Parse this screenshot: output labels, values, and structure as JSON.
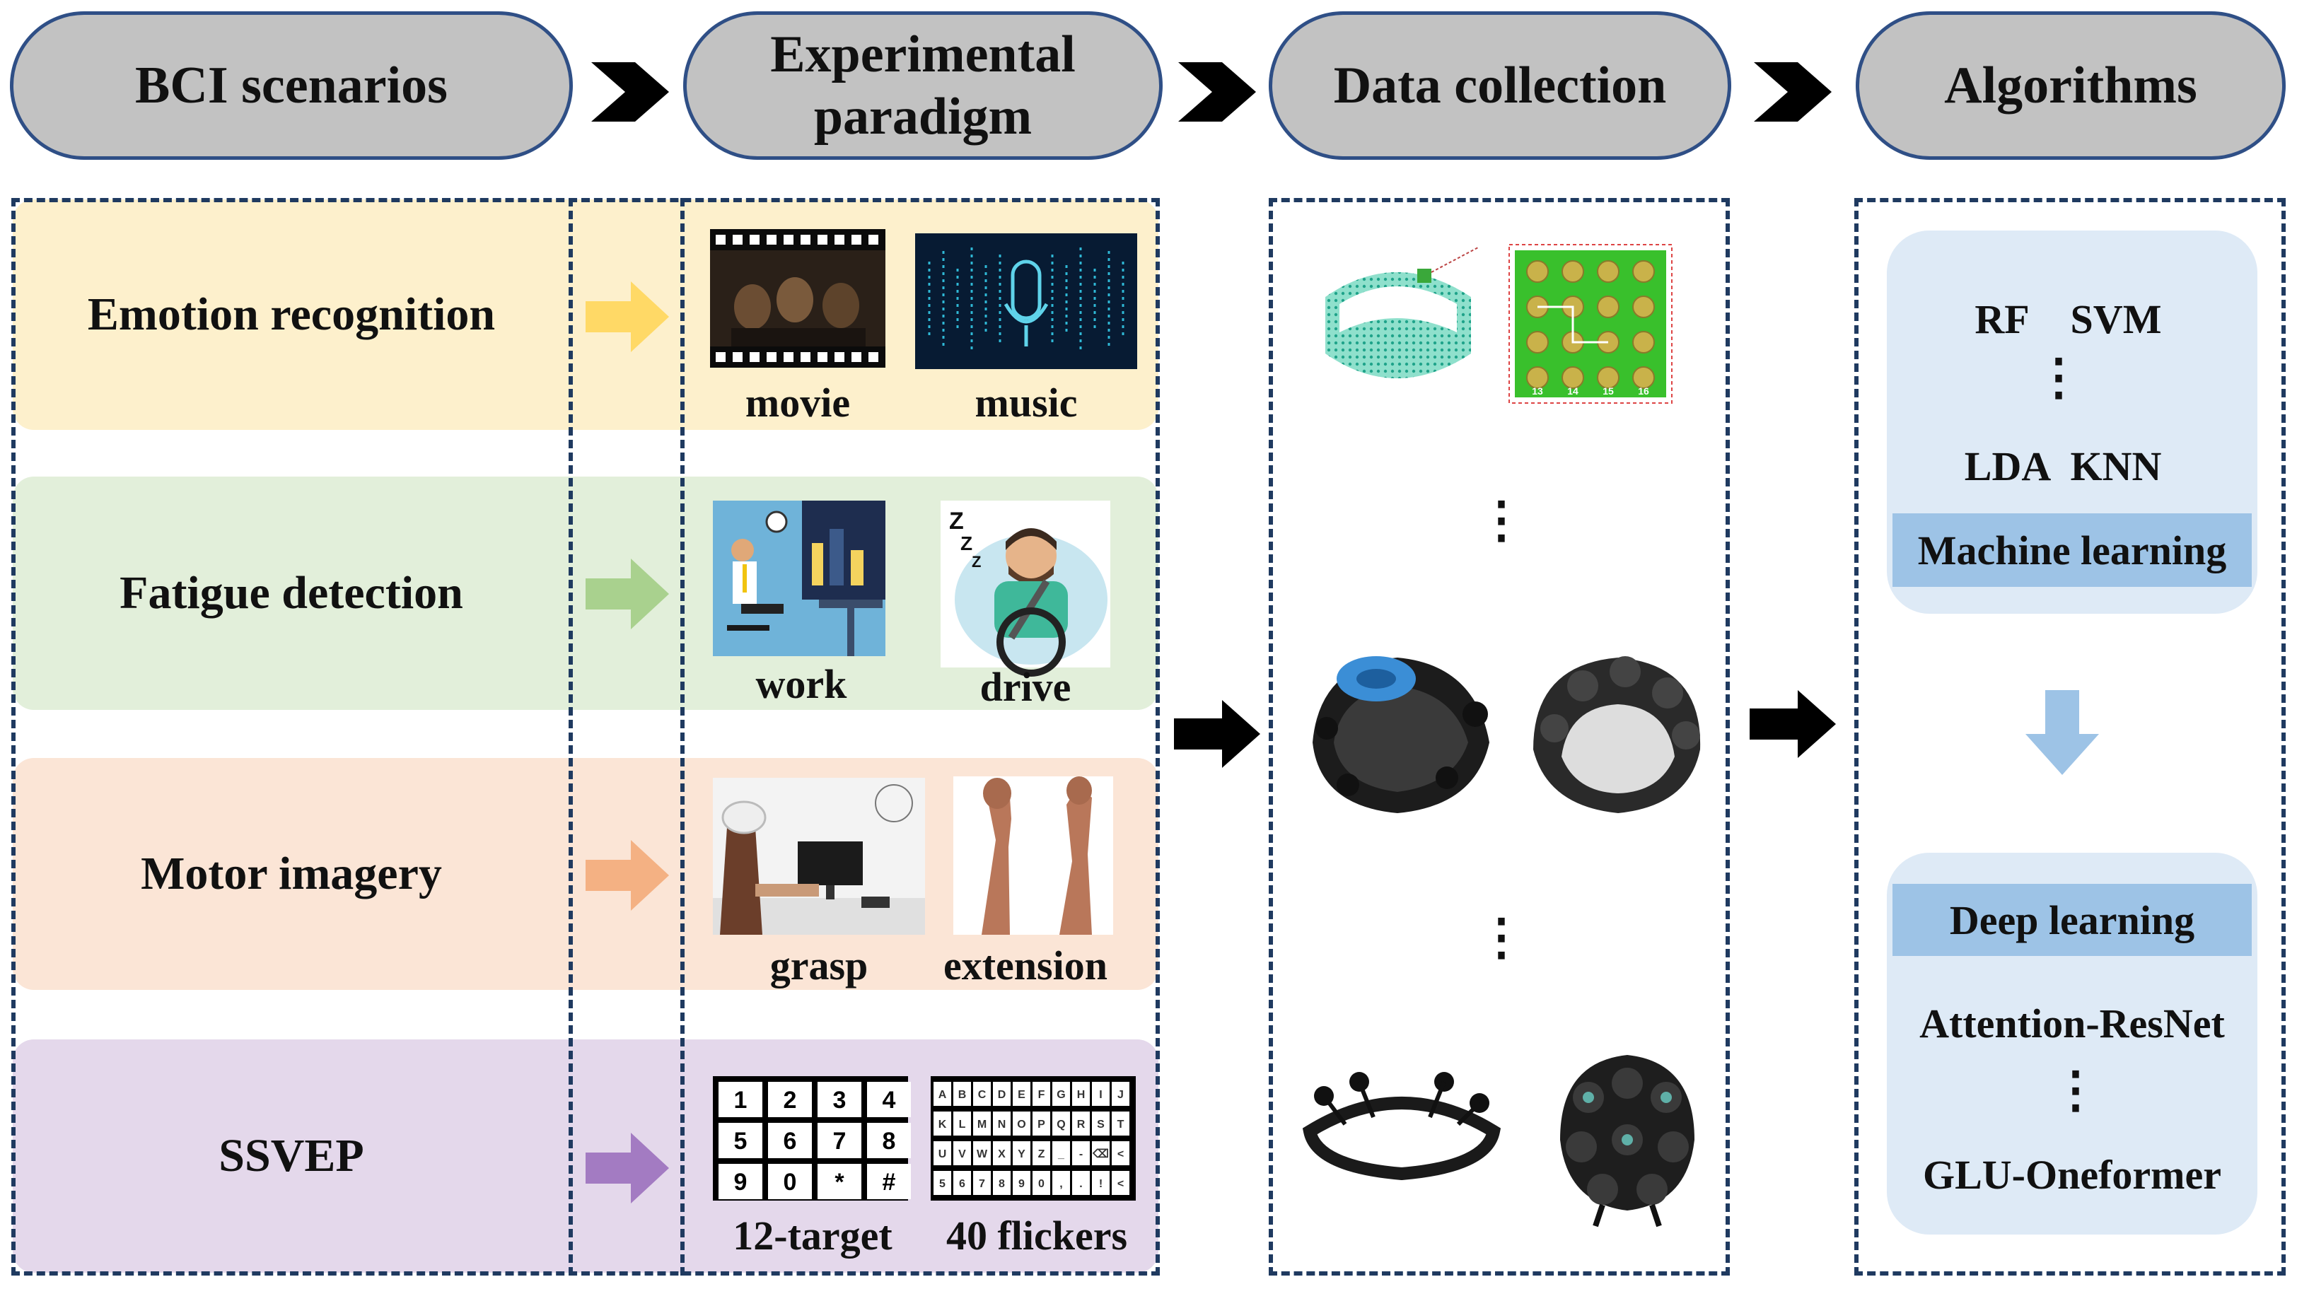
{
  "headers": [
    "BCI scenarios",
    "Experimental\nparadigm",
    "Data collection",
    "Algorithms"
  ],
  "scenarios": [
    {
      "label": "Emotion recognition",
      "items": [
        "movie",
        "music"
      ],
      "band_color": "#fdf0cc",
      "arrow_color": "#ffd966"
    },
    {
      "label": "Fatigue detection",
      "items": [
        "work",
        "drive"
      ],
      "band_color": "#e2efda",
      "arrow_color": "#a9d18e"
    },
    {
      "label": "Motor imagery",
      "items": [
        "grasp",
        "extension"
      ],
      "band_color": "#fbe5d6",
      "arrow_color": "#f4b183"
    },
    {
      "label": "SSVEP",
      "items": [
        "12-target",
        "40 flickers"
      ],
      "band_color": "#e4d8eb",
      "arrow_color": "#a37bc2"
    }
  ],
  "keypad": [
    "1",
    "2",
    "3",
    "4",
    "5",
    "6",
    "7",
    "8",
    "9",
    "0",
    "*",
    "#"
  ],
  "flickers": [
    "A",
    "B",
    "C",
    "D",
    "E",
    "F",
    "G",
    "H",
    "I",
    "J",
    "K",
    "L",
    "M",
    "N",
    "O",
    "P",
    "Q",
    "R",
    "S",
    "T",
    "U",
    "V",
    "W",
    "X",
    "Y",
    "Z",
    "_",
    "-",
    "⌫",
    "<",
    "5",
    "6",
    "7",
    "8",
    "9",
    "0",
    ",",
    ".",
    "!",
    "<"
  ],
  "electrode_numbers": [
    "13",
    "14",
    "15",
    "16"
  ],
  "algorithms": {
    "ml_row1": [
      "RF",
      "SVM"
    ],
    "ml_row2": [
      "LDA",
      "KNN"
    ],
    "ml_label": "Machine learning",
    "dl_label": "Deep learning",
    "dl_top": "Attention-ResNet",
    "dl_bottom": "GLU-Oneformer",
    "ellipsis": "⋮"
  },
  "colors": {
    "pill_fill": "#c2c2c2",
    "pill_border": "#2f4f86",
    "dash": "#1f3a60",
    "algo_box": "#deeaf6",
    "algo_bar": "#9dc3e6",
    "arrow_black": "#000000"
  }
}
